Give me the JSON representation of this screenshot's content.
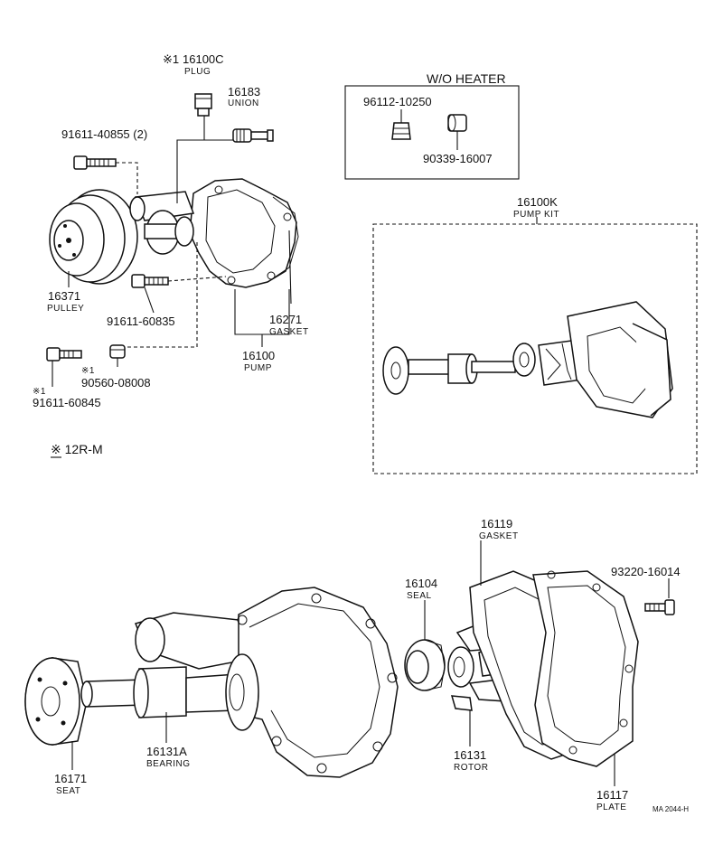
{
  "labels": {
    "plug_mark": "※1",
    "plug_pn": "16100C",
    "plug_nm": "PLUG",
    "union_pn": "16183",
    "union_nm": "UNION",
    "bolt1_pn": "91611-40855  (2)",
    "heater_title": "W/O HEATER",
    "heater_a": "96112-10250",
    "heater_b": "90339-16007",
    "kit_pn": "16100K",
    "kit_nm": "PUMP KIT",
    "pulley_pn": "16371",
    "pulley_nm": "PULLEY",
    "bolt2_pn": "91611-60835",
    "gasket1_pn": "16271",
    "gasket1_nm": "GASKET",
    "pump_pn": "16100",
    "pump_nm": "PUMP",
    "stud_mark": "※1",
    "stud_pn": "90560-08008",
    "bolt3_mark": "※1",
    "bolt3_pn": "91611-60845",
    "engine_note": "※ 12R-M",
    "gasket2_pn": "16119",
    "gasket2_nm": "GASKET",
    "seal_pn": "16104",
    "seal_nm": "SEAL",
    "screw_pn": "93220-16014",
    "bearing_pn": "16131A",
    "bearing_nm": "BEARING",
    "rotor_pn": "16131",
    "rotor_nm": "ROTOR",
    "seat_pn": "16171",
    "seat_nm": "SEAT",
    "plate_pn": "16117",
    "plate_nm": "PLATE",
    "drawing_code": "MA 2044-H"
  }
}
